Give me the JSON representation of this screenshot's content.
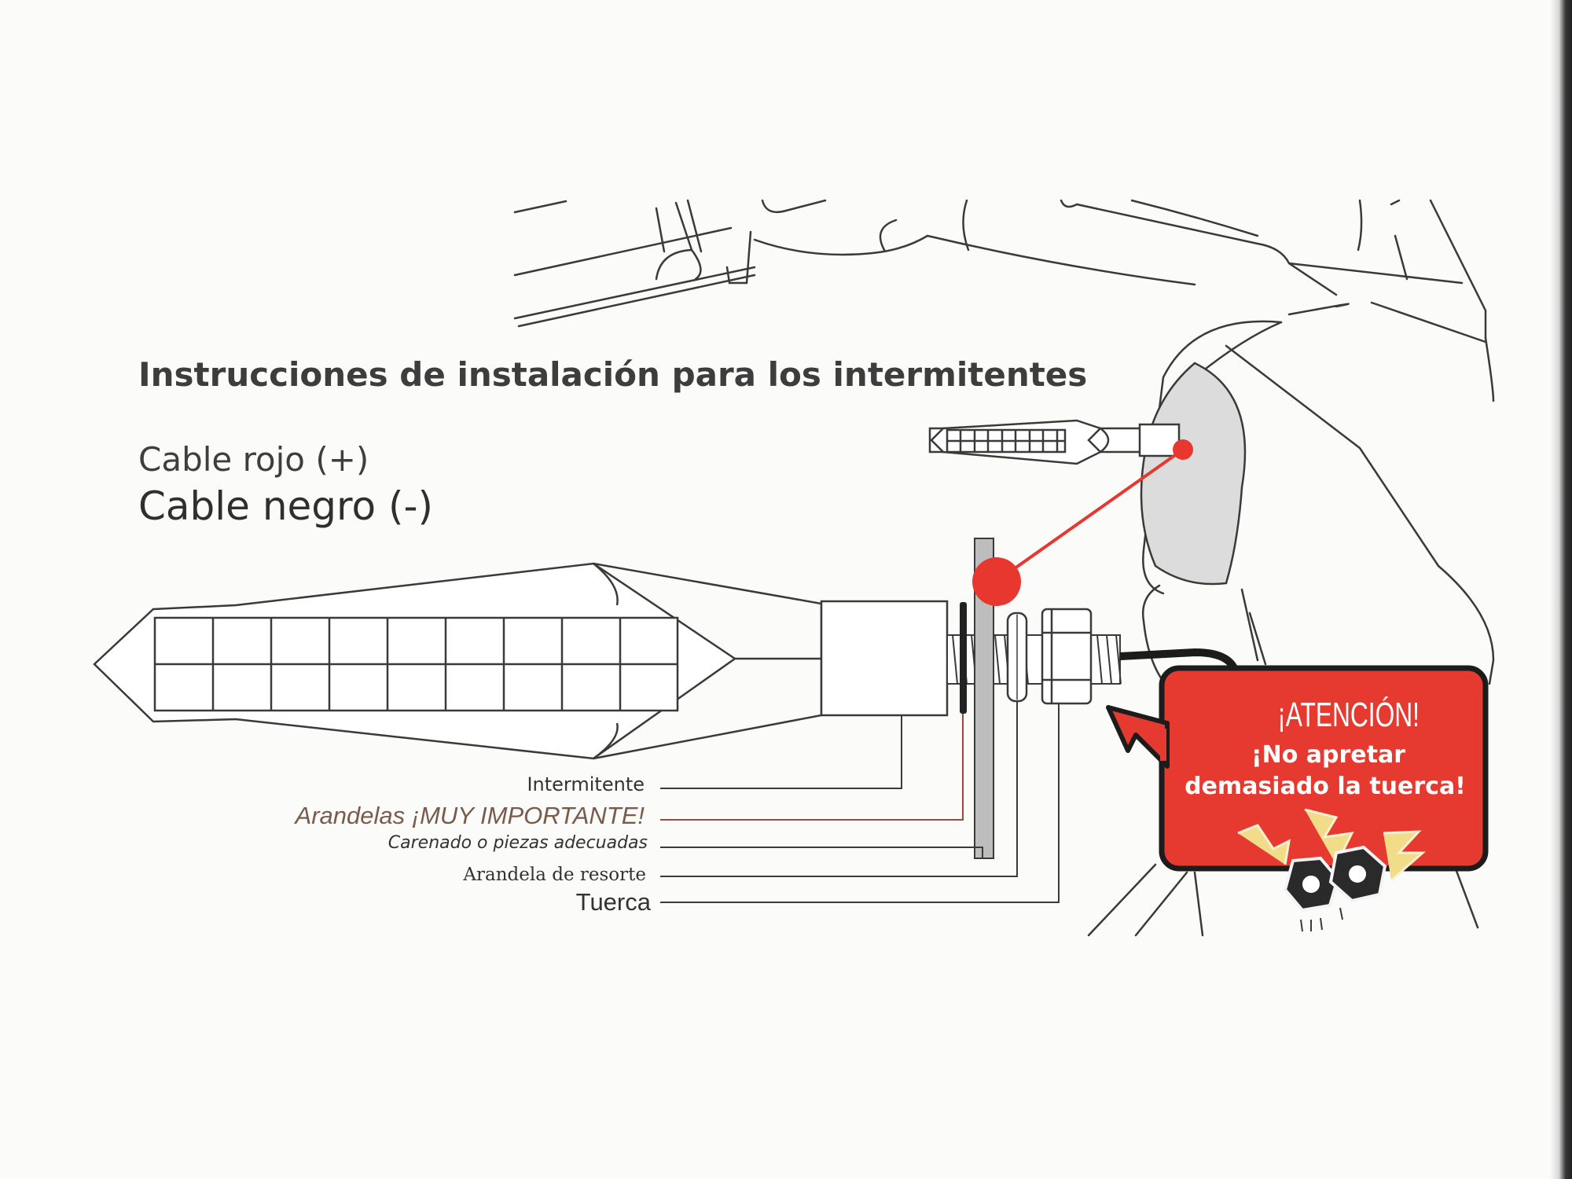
{
  "title": "Instrucciones de instalación para los intermitentes",
  "cable_red": "Cable rojo (+)",
  "cable_black": "Cable negro (-)",
  "labels": {
    "intermitente": "Intermitente",
    "arandelas": "Arandelas ¡MUY IMPORTANTE!",
    "carenado": "Carenado o piezas adecuadas",
    "arandela_resorte": "Arandela de resorte",
    "tuerca": "Tuerca"
  },
  "warning": {
    "title": "¡ATENCIÓN!",
    "line1": "¡No apretar",
    "line2": "demasiado la tuerca!"
  },
  "colors": {
    "accent_red": "#e8372f",
    "line": "#3a3a3a",
    "warning_bg": "#e63a30",
    "washer_label": "#7a5a4a",
    "lamp_fill": "#dcdcdc"
  }
}
